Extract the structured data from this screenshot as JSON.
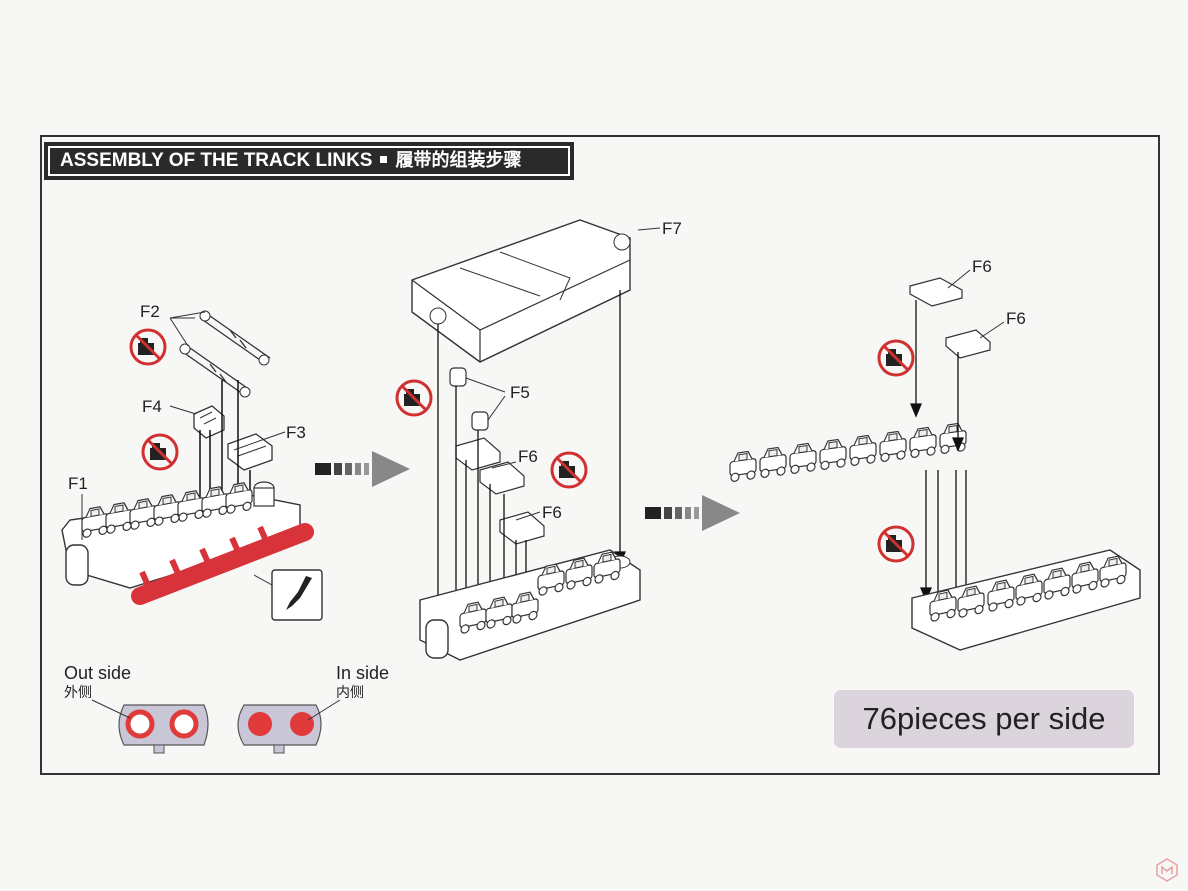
{
  "header": {
    "title": "ASSEMBLY OF THE TRACK LINKS",
    "title_zh": "履带的组装步骤"
  },
  "parts": {
    "f1": "F1",
    "f2": "F2",
    "f3": "F3",
    "f4": "F4",
    "f5": "F5",
    "f6": "F6",
    "f7": "F7"
  },
  "sides": {
    "out_en": "Out side",
    "out_zh": "外侧",
    "in_en": "In side",
    "in_zh": "内侧"
  },
  "quantity": "76pieces per side",
  "icons": [
    "no-glue-icon",
    "hobby-knife-icon",
    "arrow-right-icon"
  ],
  "colors": {
    "sprue_red": "#d8333a",
    "pin_red": "#e03a3a",
    "link_fill": "#c9c6d8",
    "header_bg": "#2a2a2a",
    "quantity_bg": "#dcd4dc"
  }
}
